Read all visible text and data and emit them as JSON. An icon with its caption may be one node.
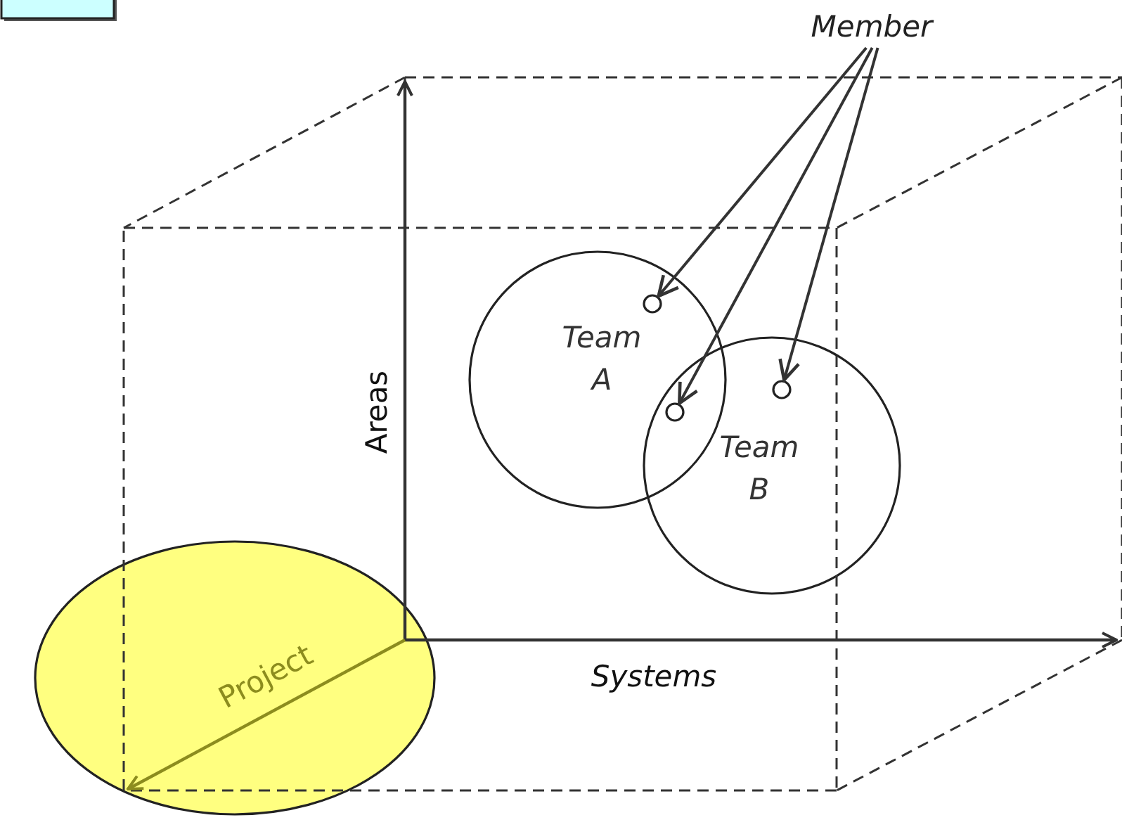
{
  "diagram": {
    "nodes": [
      {
        "text": [],
        "shape": "box"
      },
      {
        "text": [
          "Member"
        ]
      },
      {
        "text": [
          "Team A"
        ]
      },
      {
        "text": [],
        "shape": "circle",
        "in": 2
      },
      {
        "text": [],
        "shape": "circle"
      },
      {
        "text": [
          "Team B"
        ]
      },
      {
        "text": [],
        "shape": "circle",
        "in": 5
      },
      {
        "text": [
          "Project"
        ]
      }
    ],
    "edges": [
      {
        "from": 1,
        "to": 3,
        "arrow": "to"
      },
      {
        "from": 1,
        "to": 4,
        "arrow": "to"
      },
      {
        "from": 1,
        "to": 6,
        "arrow": "to"
      }
    ],
    "labels": [
      "Areas",
      "Systems"
    ]
  }
}
